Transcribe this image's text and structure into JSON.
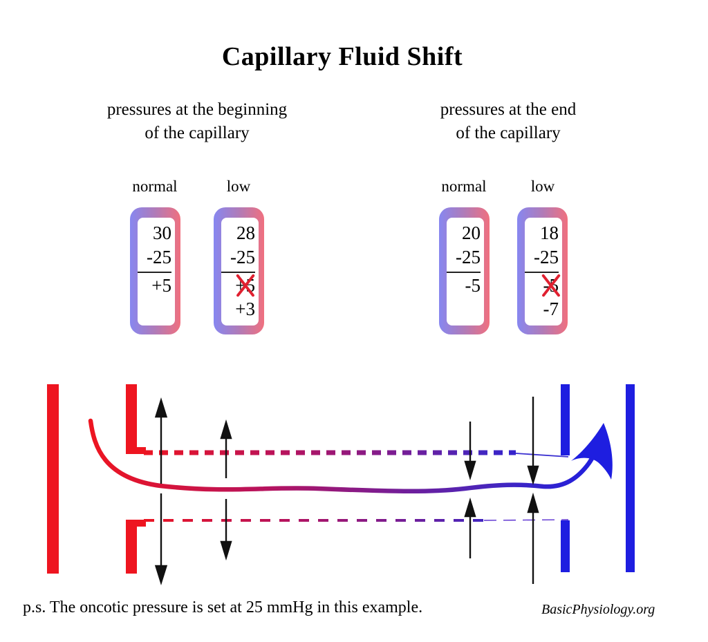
{
  "title": "Capillary Fluid Shift",
  "headings": {
    "beginning": {
      "line1": "pressures at the beginning",
      "line2": "of the capillary"
    },
    "end": {
      "line1": "pressures at the end",
      "line2": "of the capillary"
    }
  },
  "boxes": [
    {
      "group": "beginning",
      "label": "normal",
      "capillary_pressure": "30",
      "oncotic_pressure": "-25",
      "net_pressure": "+5",
      "corrected_net_pressure": "",
      "crossed_out": false
    },
    {
      "group": "beginning",
      "label": "low",
      "capillary_pressure": "28",
      "oncotic_pressure": "-25",
      "net_pressure": "+5",
      "corrected_net_pressure": "+3",
      "crossed_out": true
    },
    {
      "group": "end",
      "label": "normal",
      "capillary_pressure": "20",
      "oncotic_pressure": "-25",
      "net_pressure": "-5",
      "corrected_net_pressure": "",
      "crossed_out": false
    },
    {
      "group": "end",
      "label": "low",
      "capillary_pressure": "18",
      "oncotic_pressure": "-25",
      "net_pressure": "-5",
      "corrected_net_pressure": "-7",
      "crossed_out": true
    }
  ],
  "footnote": "p.s. The oncotic pressure is set at 25 mmHg in this example.",
  "attribution": "BasicPhysiology.org",
  "colors": {
    "arterial_red": "#ee1520",
    "venous_blue": "#1e1ee0",
    "box_gradient_left_blue": "#8787f0",
    "box_gradient_right_red": "#f0707f",
    "cross_red": "#e02030",
    "arrow_black": "#111111"
  }
}
